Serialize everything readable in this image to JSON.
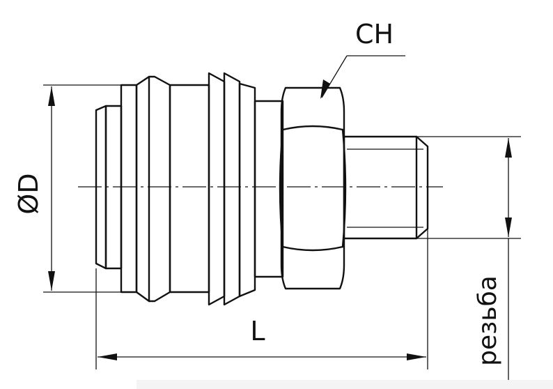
{
  "labels": {
    "wrench_size": "CH",
    "diameter": "ØD",
    "length": "L",
    "thread": "резьба"
  },
  "colors": {
    "line": "#111111",
    "background": "#ffffff"
  }
}
